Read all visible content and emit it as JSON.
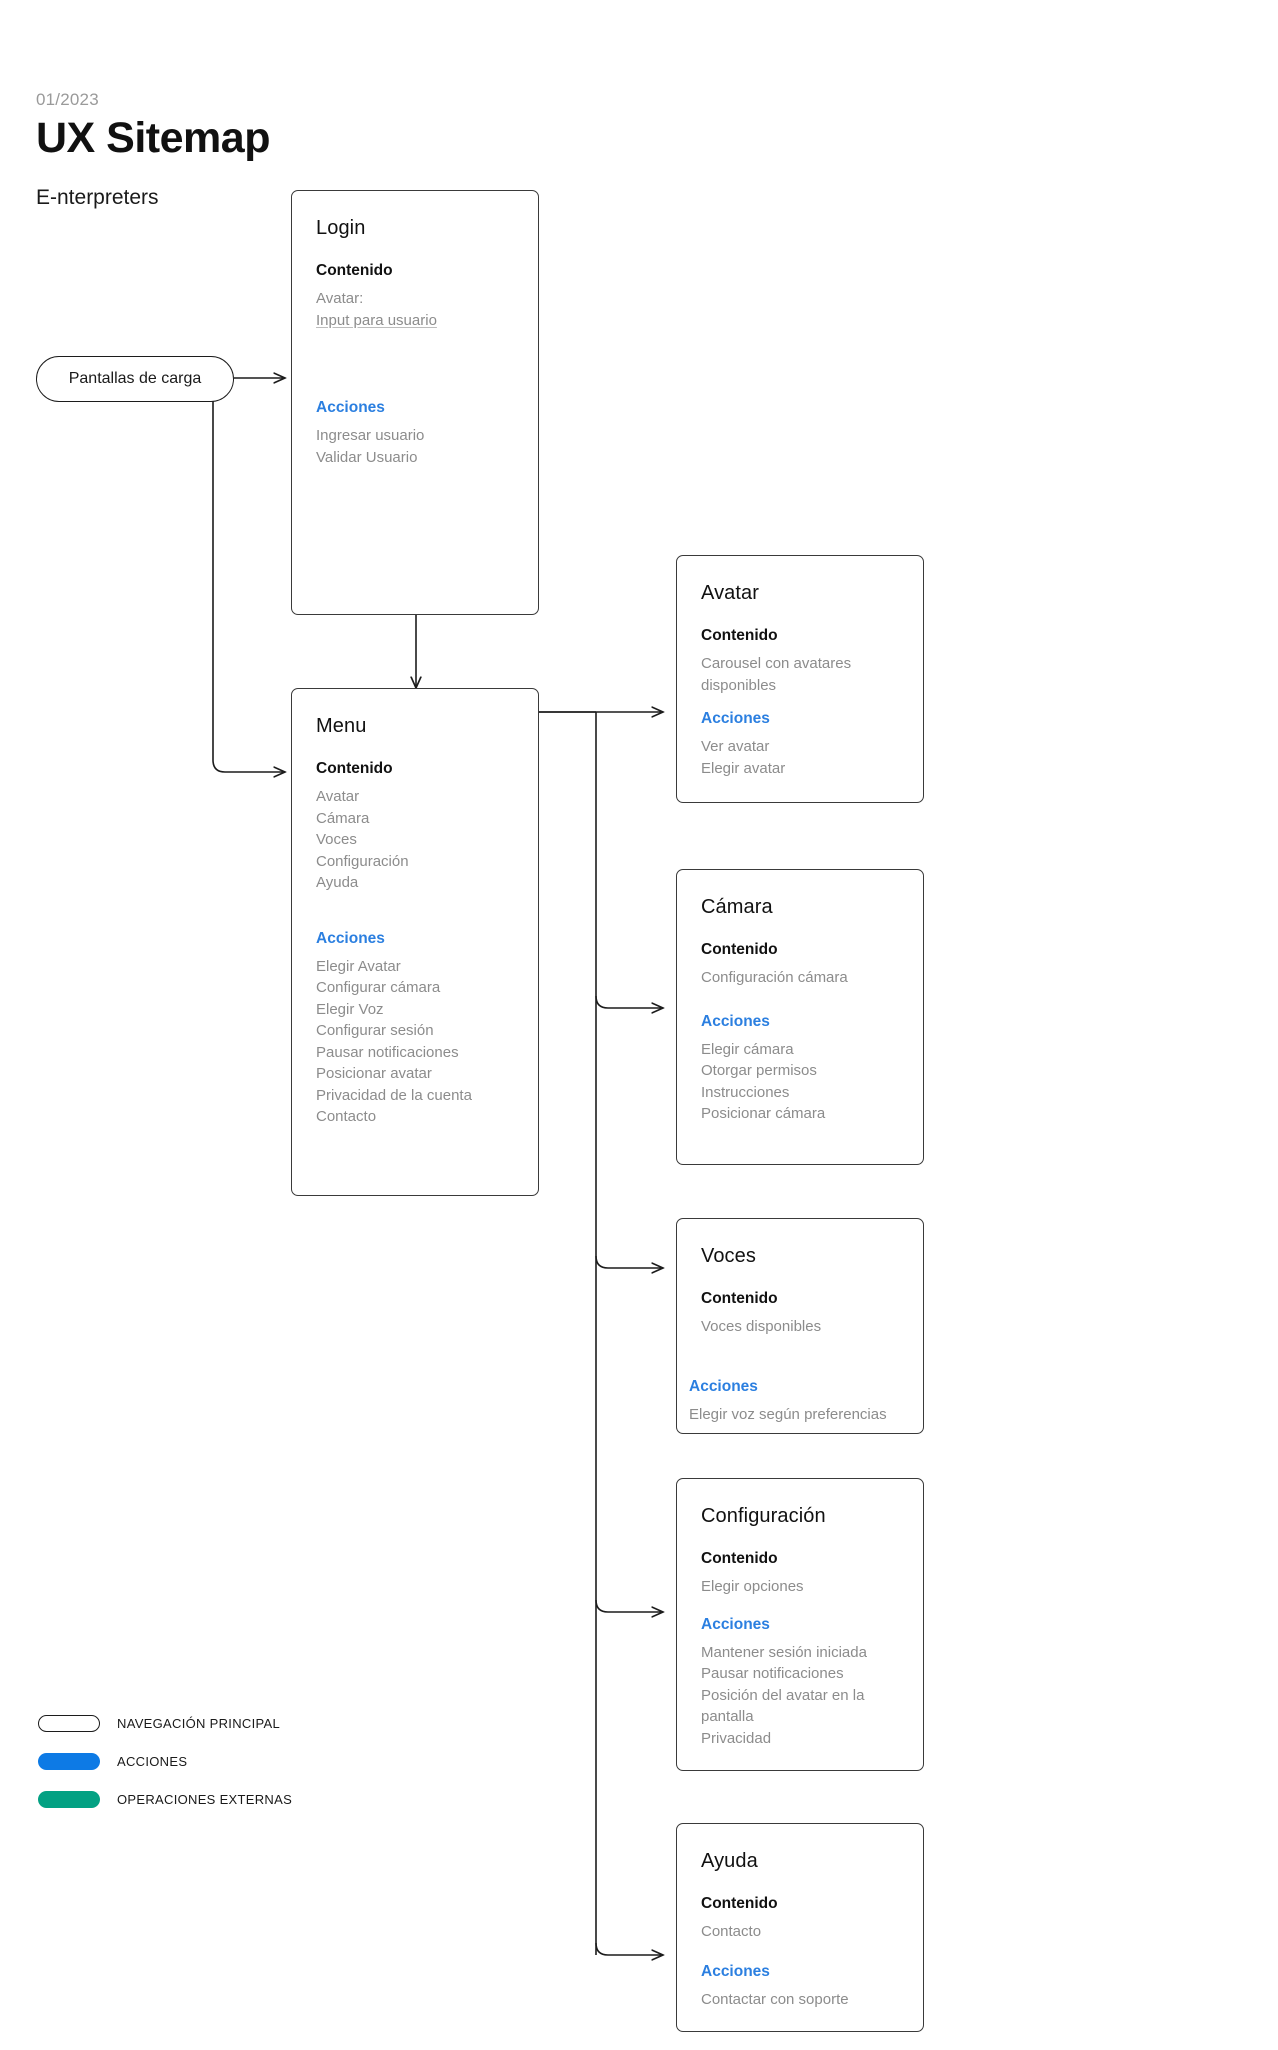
{
  "header": {
    "date": "01/2023",
    "title": "UX Sitemap",
    "subtitle": "E-nterpreters"
  },
  "labels": {
    "contenido": "Contenido",
    "acciones": "Acciones"
  },
  "entry_node": {
    "label": "Pantallas de carga",
    "type": "navegacion-principal"
  },
  "cards": {
    "login": {
      "title": "Login",
      "contenido": [
        "Avatar:",
        "Input para usuario"
      ],
      "acciones": [
        "Ingresar usuario",
        "Validar Usuario"
      ]
    },
    "menu": {
      "title": "Menu",
      "contenido": [
        "Avatar",
        "Cámara",
        "Voces",
        "Configuración",
        "Ayuda"
      ],
      "acciones": [
        "Elegir Avatar",
        "Configurar cámara",
        "Elegir Voz",
        "Configurar sesión",
        "Pausar notificaciones",
        "Posicionar avatar",
        "Privacidad de la cuenta",
        "Contacto"
      ]
    },
    "avatar": {
      "title": "Avatar",
      "contenido": [
        "Carousel con avatares disponibles"
      ],
      "acciones": [
        "Ver avatar",
        "Elegir avatar"
      ]
    },
    "camara": {
      "title": "Cámara",
      "contenido": [
        "Configuración cámara"
      ],
      "acciones": [
        "Elegir cámara",
        "Otorgar permisos",
        "Instrucciones",
        "Posicionar cámara"
      ]
    },
    "voces": {
      "title": "Voces",
      "contenido": [
        "Voces disponibles"
      ],
      "acciones": [
        "Elegir voz según preferencias"
      ]
    },
    "configuracion": {
      "title": "Configuración",
      "contenido": [
        "Elegir opciones"
      ],
      "acciones": [
        "Mantener sesión iniciada",
        "Pausar notificaciones",
        "Posición del avatar en la pantalla",
        "Privacidad"
      ]
    },
    "ayuda": {
      "title": "Ayuda",
      "contenido": [
        "Contacto"
      ],
      "acciones": [
        "Contactar con soporte"
      ]
    }
  },
  "legend": [
    {
      "label": "NAVEGACIÓN PRINCIPAL",
      "color": "#ffffff",
      "style": "outline"
    },
    {
      "label": "ACCIONES",
      "color": "#0d7ae5",
      "style": "solid"
    },
    {
      "label": "OPERACIONES EXTERNAS",
      "color": "#03a183",
      "style": "solid"
    }
  ],
  "colors": {
    "accent_blue": "#2b7fe0",
    "legend_blue": "#0d7ae5",
    "legend_green": "#03a183",
    "muted_text": "#8c8c8c",
    "stroke": "#3a3a3a"
  }
}
